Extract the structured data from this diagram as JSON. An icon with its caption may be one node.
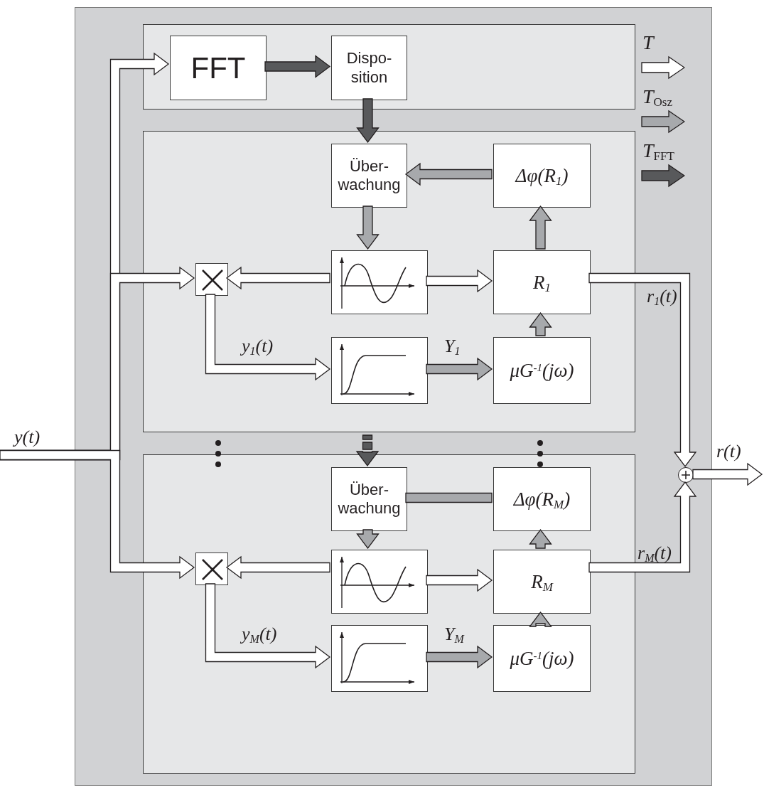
{
  "diagram": {
    "nodes": [
      {
        "text": [],
        "shape": "box"
      },
      {
        "text": [],
        "shape": "box",
        "in": 0
      },
      {
        "text": [
          "FFT"
        ],
        "in": 1
      },
      {
        "text": [
          "Dispo- sition"
        ],
        "in": 1
      },
      {
        "text": [],
        "shape": "box",
        "in": 0
      },
      {
        "text": [
          "Über- wachung"
        ],
        "in": 4
      },
      {
        "text": [
          "Δφ(R$_{1}$)"
        ],
        "in": 4
      },
      {
        "text": [],
        "shape": "box",
        "in": 4
      },
      {
        "text": [],
        "shape": "picture",
        "in": 4
      },
      {
        "text": [
          "R$_{1}$"
        ],
        "in": 4
      },
      {
        "text": [],
        "shape": "picture",
        "in": 4
      },
      {
        "text": [
          "μG$^{-1}$(jω)"
        ],
        "in": 4
      },
      {
        "text": [],
        "shape": "box",
        "in": 0
      },
      {
        "text": [
          "Über- wachung"
        ],
        "in": 12
      },
      {
        "text": [
          "Δφ(R$_{M}$)"
        ],
        "in": 12
      },
      {
        "text": [],
        "shape": "box",
        "in": 12
      },
      {
        "text": [],
        "shape": "picture",
        "in": 12
      },
      {
        "text": [
          "R$_{M}$"
        ],
        "in": 12
      },
      {
        "text": [],
        "shape": "picture",
        "in": 12
      },
      {
        "text": [
          "μG$^{-1}$(jω)"
        ],
        "in": 12
      },
      {
        "text": [],
        "shape": "circle",
        "in": 0
      }
    ],
    "edges": [
      {
        "from": null,
        "to": 2,
        "arrow": "to"
      },
      {
        "from": null,
        "to": 7,
        "arrow": "to"
      },
      {
        "from": null,
        "to": 15,
        "arrow": "to",
        "label": "y(t)"
      },
      {
        "from": 2,
        "to": 3,
        "arrow": "to",
        "color": "#58595b"
      },
      {
        "from": 3,
        "to": 5,
        "arrow": "to",
        "color": "#58595b"
      },
      {
        "from": 6,
        "to": 5,
        "arrow": "to",
        "color": "#a7a9ac"
      },
      {
        "from": 5,
        "to": 8,
        "arrow": "to",
        "color": "#a7a9ac"
      },
      {
        "from": 8,
        "to": 7,
        "arrow": "to"
      },
      {
        "from": 8,
        "to": 9,
        "arrow": "to"
      },
      {
        "from": 7,
        "to": 10,
        "arrow": "to",
        "label": "y$_{1}$(t)"
      },
      {
        "from": 10,
        "to": 11,
        "arrow": "to",
        "label": "Y$_{1}$",
        "color": "#a7a9ac"
      },
      {
        "from": 11,
        "to": 9,
        "arrow": "to",
        "color": "#a7a9ac"
      },
      {
        "from": 9,
        "to": 6,
        "arrow": "to",
        "color": "#a7a9ac"
      },
      {
        "from": 9,
        "to": 20,
        "arrow": "to",
        "label": "r$_{1}$(t)"
      },
      {
        "from": null,
        "to": 13,
        "arrow": "to",
        "style": "dashed",
        "color": "#58595b"
      },
      {
        "from": 13,
        "to": 14,
        "arrow": "none",
        "color": "#a7a9ac"
      },
      {
        "from": 13,
        "to": 16,
        "arrow": "to",
        "color": "#a7a9ac"
      },
      {
        "from": 16,
        "to": 15,
        "arrow": "to"
      },
      {
        "from": 16,
        "to": 17,
        "arrow": "to"
      },
      {
        "from": 15,
        "to": 18,
        "arrow": "to",
        "label": "y$_{M}$(t)"
      },
      {
        "from": 18,
        "to": 19,
        "arrow": "to",
        "label": "Y$_{M}$",
        "color": "#a7a9ac"
      },
      {
        "from": 19,
        "to": 17,
        "arrow": "to",
        "color": "#a7a9ac"
      },
      {
        "from": 17,
        "to": 14,
        "arrow": "to",
        "color": "#a7a9ac"
      },
      {
        "from": 17,
        "to": 20,
        "arrow": "to",
        "label": "r$_{M}$(t)"
      },
      {
        "from": 20,
        "to": null,
        "arrow": "to",
        "label": "r(t)"
      }
    ],
    "legend": [
      {
        "text": "T"
      },
      {
        "text": "T$_{Osz}$"
      },
      {
        "text": "T$_{FFT}$"
      }
    ]
  }
}
